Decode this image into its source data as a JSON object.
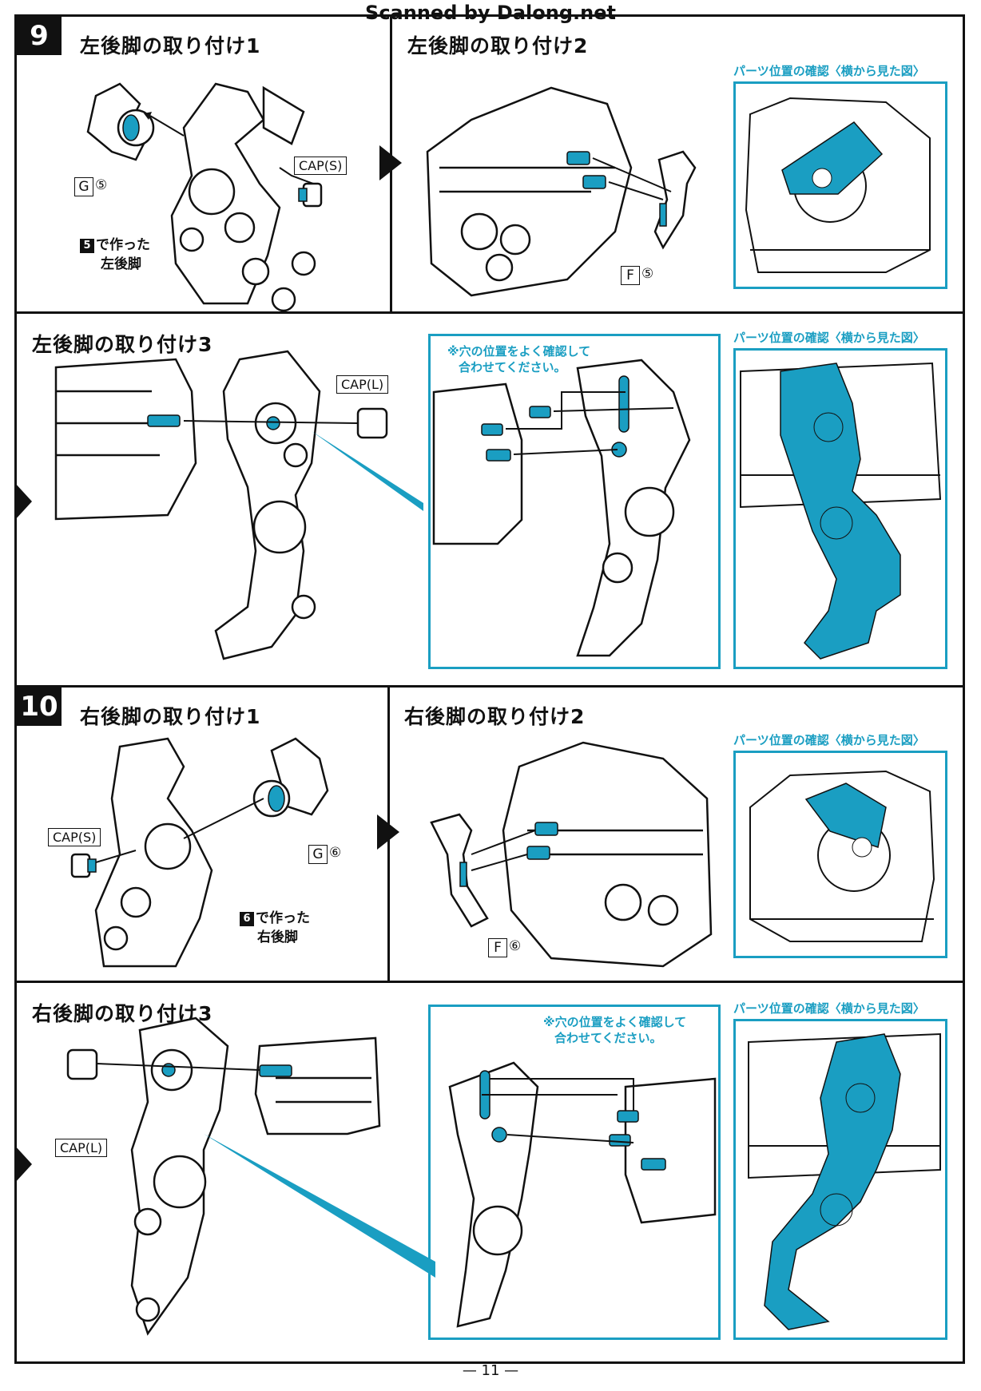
{
  "watermark": "Scanned by Dalong.net",
  "page_number": "— 11 —",
  "colors": {
    "accent": "#1a9ec2",
    "ink": "#111111"
  },
  "confirm_label": "パーツ位置の確認〈横から見た図〉",
  "step9": {
    "number": "9",
    "panel1": {
      "title": "左後脚の取り付け1",
      "cap": "CAP(S)",
      "part_letter": "G",
      "part_number": "⑤",
      "made_badge": "5",
      "made_line1": "で作った",
      "made_line2": "左後脚"
    },
    "panel2": {
      "title": "左後脚の取り付け2",
      "part_letter": "F",
      "part_number": "⑤"
    },
    "panel3": {
      "title": "左後脚の取り付け3",
      "cap": "CAP(L)",
      "note_line1": "※穴の位置をよく確認して",
      "note_line2": "合わせてください。"
    }
  },
  "step10": {
    "number": "10",
    "panel1": {
      "title": "右後脚の取り付け1",
      "cap": "CAP(S)",
      "part_letter": "G",
      "part_number": "⑥",
      "made_badge": "6",
      "made_line1": "で作った",
      "made_line2": "右後脚"
    },
    "panel2": {
      "title": "右後脚の取り付け2",
      "part_letter": "F",
      "part_number": "⑥"
    },
    "panel3": {
      "title": "右後脚の取り付け3",
      "cap": "CAP(L)",
      "note_line1": "※穴の位置をよく確認して",
      "note_line2": "合わせてください。"
    }
  }
}
